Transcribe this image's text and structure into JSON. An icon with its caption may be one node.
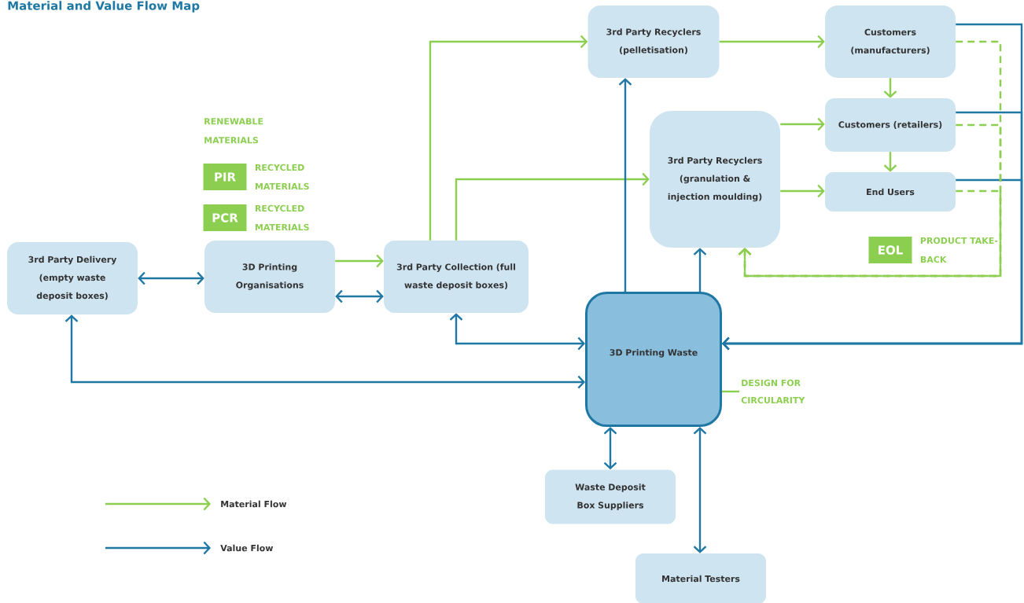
{
  "diagram": {
    "title": "Material and Value Flow Map",
    "nodes": [
      {
        "text": [
          "3rd Party Delivery (empty waste deposit boxes)"
        ]
      },
      {
        "text": [
          "3D Printing Organisations"
        ]
      },
      {
        "text": [
          "3rd Party Collection (full waste deposit boxes)"
        ]
      },
      {
        "text": [
          "3rd Party Recyclers (pelletisation)"
        ]
      },
      {
        "text": [
          "Customers (manufacturers)"
        ]
      },
      {
        "text": [
          "3rd Party Recyclers (granulation & injection moulding)"
        ]
      },
      {
        "text": [
          "Customers (retailers)"
        ]
      },
      {
        "text": [
          "End Users"
        ]
      },
      {
        "text": [
          "3D Printing Waste"
        ]
      },
      {
        "text": [
          "Waste Deposit Box Suppliers"
        ]
      },
      {
        "text": [
          "Material  Testers"
        ]
      },
      {
        "text": [
          "PIR"
        ],
        "beside": [
          "RECYCLED MATERIALS"
        ]
      },
      {
        "text": [
          "PCR"
        ],
        "beside": [
          "RECYCLED MATERIALS"
        ]
      },
      {
        "text": [
          "EOL"
        ],
        "beside": [
          "PRODUCT TAKE-BACK"
        ]
      },
      {
        "text": [
          "DESIGN FOR CIRCULARITY"
        ]
      }
    ],
    "edges": [
      {
        "from": 0,
        "to": 1,
        "arrow": "both",
        "color": "#1f78a4"
      },
      {
        "from": 1,
        "to": 2,
        "arrow": "to"
      },
      {
        "from": 1,
        "to": 2,
        "arrow": "both",
        "color": "#1f78a4"
      },
      {
        "from": 2,
        "to": 3,
        "arrow": "to"
      },
      {
        "from": 2,
        "to": 5,
        "arrow": "to"
      },
      {
        "from": 3,
        "to": 4,
        "arrow": "to"
      },
      {
        "from": 4,
        "to": 6,
        "arrow": "to"
      },
      {
        "from": 6,
        "to": 7,
        "arrow": "to"
      },
      {
        "from": 5,
        "to": 6,
        "arrow": "to"
      },
      {
        "from": 5,
        "to": 7,
        "arrow": "to"
      },
      {
        "from": 8,
        "to": 3,
        "arrow": "to",
        "color": "#1f78a4"
      },
      {
        "from": 8,
        "to": 5,
        "arrow": "to",
        "color": "#1f78a4"
      },
      {
        "from": 2,
        "to": 8,
        "arrow": "both",
        "color": "#1f78a4"
      },
      {
        "from": 0,
        "to": 8,
        "arrow": "both",
        "color": "#1f78a4"
      },
      {
        "from": 8,
        "to": 9,
        "arrow": "both",
        "color": "#1f78a4"
      },
      {
        "from": 8,
        "to": 10,
        "arrow": "both",
        "color": "#1f78a4"
      },
      {
        "from": 4,
        "to": 8,
        "arrow": "to",
        "color": "#1f78a4"
      },
      {
        "from": 6,
        "to": 8,
        "arrow": "to",
        "color": "#1f78a4"
      },
      {
        "from": 7,
        "to": 8,
        "arrow": "to",
        "color": "#1f78a4"
      },
      {
        "from": 4,
        "to": 5,
        "arrow": "to",
        "style": "dashed"
      },
      {
        "from": 6,
        "to": 5,
        "arrow": "to",
        "style": "dashed"
      },
      {
        "from": 7,
        "to": 5,
        "arrow": "to",
        "style": "dashed"
      },
      {
        "from": 14,
        "to": 8,
        "arrow": "none"
      }
    ],
    "labels": [
      "RENEWABLE MATERIALS"
    ],
    "legend": [
      {
        "text": "Material Flow"
      },
      {
        "text": "Value Flow"
      }
    ]
  }
}
